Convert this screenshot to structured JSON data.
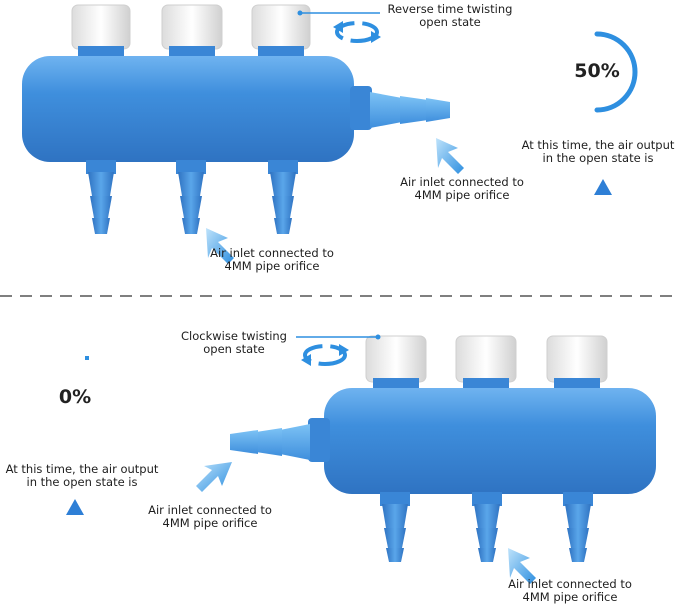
{
  "top_panel": {
    "twist_label": "Reverse time twisting open state",
    "percent": "50%",
    "open_fraction": 0.5,
    "output_note": "At this time, the air output in the open state is",
    "side_inlet_label": "Air inlet connected to 4MM pipe orifice",
    "bottom_inlet_label": "Air inlet connected to 4MM pipe orifice"
  },
  "bottom_panel": {
    "twist_label": "Clockwise twisting open state",
    "percent": "0%",
    "open_fraction": 0.0,
    "output_note": "At this time, the air output in the open state is",
    "side_inlet_label": "Air inlet connected to 4MM pipe orifice",
    "bottom_inlet_label": "Air inlet connected to 4MM pipe orifice"
  },
  "colors": {
    "manifold_blue": "#3f8fdd",
    "accent_blue": "#2e8fe0",
    "cap_white": "#f4f4f4"
  }
}
